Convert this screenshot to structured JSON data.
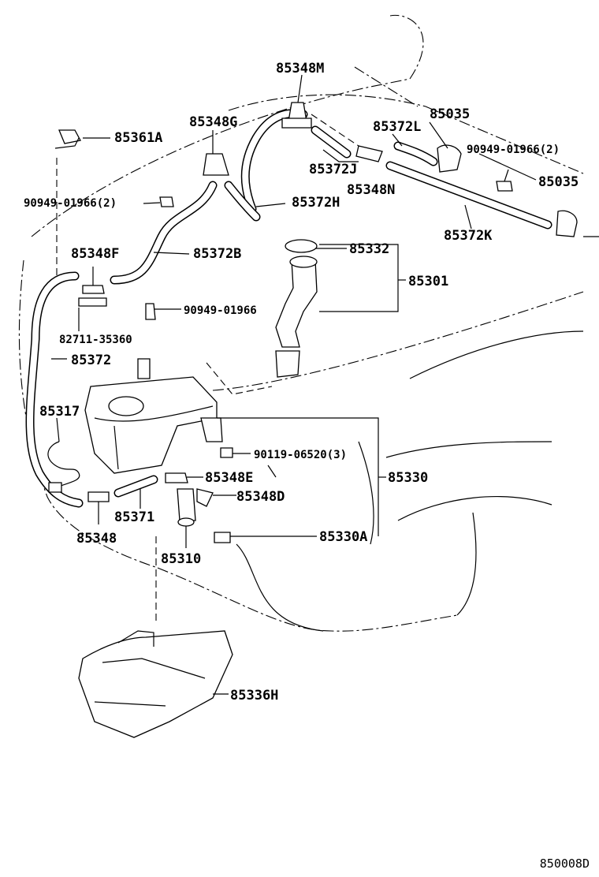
{
  "labels": {
    "p85348M": "85348M",
    "p85348G": "85348G",
    "p85035a": "85035",
    "p85372L": "85372L",
    "p85361A": "85361A",
    "p90949_2a": "90949-01966(2)",
    "p85372J": "85372J",
    "p85348N": "85348N",
    "p85035b": "85035",
    "p90949_2b": "90949-01966(2)",
    "p85372H": "85372H",
    "p85372K": "85372K",
    "p85348F": "85348F",
    "p85372B": "85372B",
    "p85332": "85332",
    "p85301": "85301",
    "p90949": "90949-01966",
    "p82711": "82711-35360",
    "p85372": "85372",
    "p85317": "85317",
    "p90119": "90119-06520(3)",
    "p85348E": "85348E",
    "p85330": "85330",
    "p85348D": "85348D",
    "p85371": "85371",
    "p85348": "85348",
    "p85330A": "85330A",
    "p85310": "85310",
    "p85336H": "85336H"
  },
  "reference_code": "850008D"
}
